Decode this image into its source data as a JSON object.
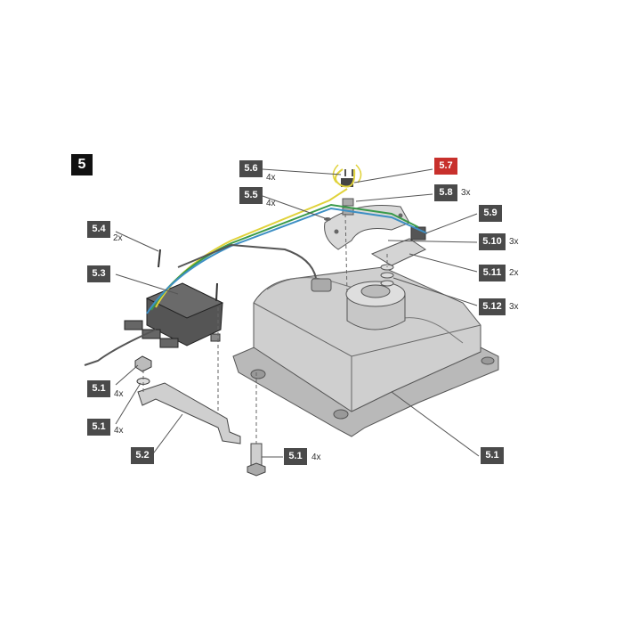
{
  "step": "5",
  "callouts": [
    {
      "id": "5.6",
      "label": "5.6",
      "qty": "4x"
    },
    {
      "id": "5.5",
      "label": "5.5",
      "qty": "4x"
    },
    {
      "id": "5.7",
      "label": "5.7",
      "qty": "",
      "highlight": true
    },
    {
      "id": "5.8",
      "label": "5.8",
      "qty": "3x"
    },
    {
      "id": "5.9",
      "label": "5.9",
      "qty": ""
    },
    {
      "id": "5.10",
      "label": "5.10",
      "qty": "3x"
    },
    {
      "id": "5.11",
      "label": "5.11",
      "qty": "2x"
    },
    {
      "id": "5.12",
      "label": "5.12",
      "qty": "3x"
    },
    {
      "id": "5.4",
      "label": "5.4",
      "qty": "2x"
    },
    {
      "id": "5.3",
      "label": "5.3",
      "qty": ""
    },
    {
      "id": "5.1a",
      "label": "5.1",
      "qty": "4x"
    },
    {
      "id": "5.1b",
      "label": "5.1",
      "qty": "4x"
    },
    {
      "id": "5.2",
      "label": "5.2",
      "qty": ""
    },
    {
      "id": "5.1c",
      "label": "5.1",
      "qty": "4x"
    },
    {
      "id": "5.1d",
      "label": "5.1",
      "qty": ""
    }
  ],
  "colors": {
    "tag": "#4a4a4a",
    "tag_highlight": "#c8302c",
    "wire_yellow": "#e0d23a",
    "wire_green": "#3a9a4a",
    "wire_blue": "#3d8fc4",
    "part_fill": "#cfcfcf"
  }
}
